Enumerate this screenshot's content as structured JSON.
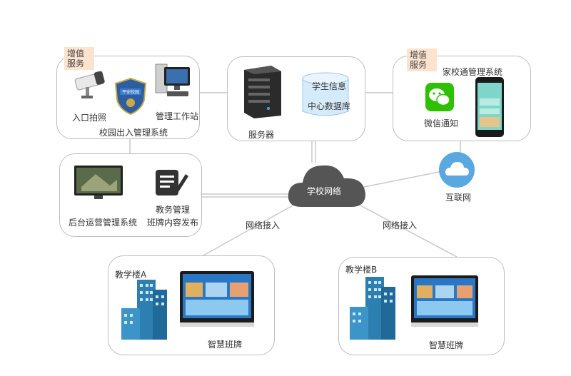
{
  "value_added_tag": "增值\n服务",
  "campus": {
    "camera_label": "入口拍照",
    "workstation_label": "管理工作站",
    "title": "校园出入管理系统",
    "shield_text": "平安校园"
  },
  "server": {
    "server_label": "服务器",
    "db_top": "学生信息",
    "db_bottom": "中心数据库"
  },
  "homeschool": {
    "title": "家校通管理系统",
    "wechat_label": "微信通知"
  },
  "backend": {
    "title": "后台运营管理系统",
    "edu_label": "教务管理",
    "publish_label": "班牌内容发布"
  },
  "network": {
    "cloud_label": "学校网络",
    "internet_label": "互联网",
    "access_left": "网络接入",
    "access_right": "网络接入"
  },
  "building_a": {
    "title": "教学楼A",
    "board_label": "智慧班牌"
  },
  "building_b": {
    "title": "教学楼B",
    "board_label": "智慧班牌"
  }
}
